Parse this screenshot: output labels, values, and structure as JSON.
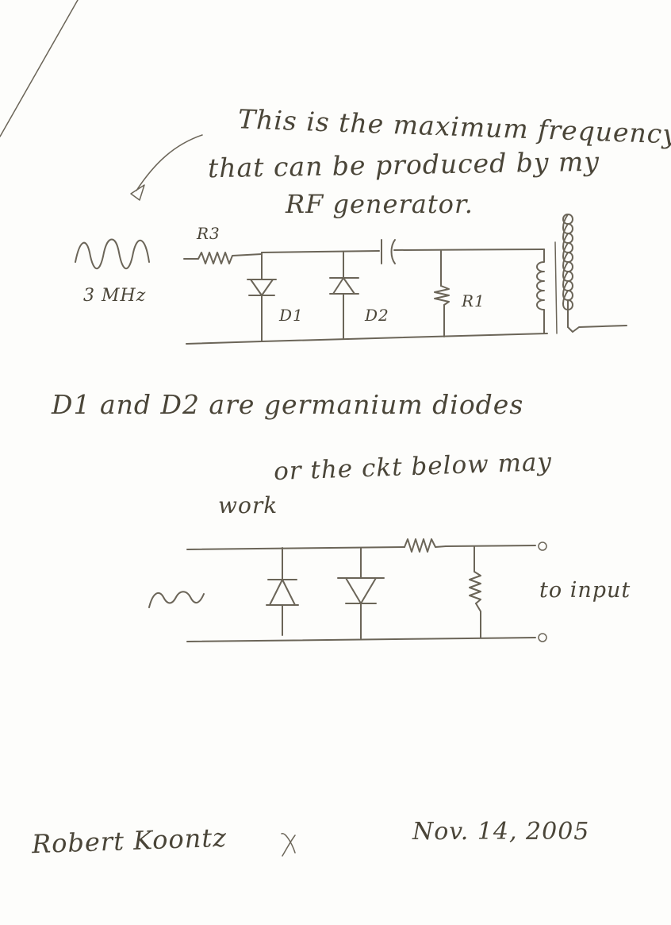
{
  "note": {
    "line1": "This is the maximum frequency",
    "line2": "that can be produced by my",
    "line3": "RF generator."
  },
  "circuit1": {
    "source_label": "3 MHz",
    "r3_label": "R3",
    "d1_label": "D1",
    "d2_label": "D2",
    "r1_label": "R1"
  },
  "statement": "D1 and D2 are germanium diodes",
  "alternative": {
    "line1": "or the ckt below may",
    "line2": "work"
  },
  "circuit2": {
    "output_label": "to input"
  },
  "footer": {
    "name": "Robert Koontz",
    "mark": "x2",
    "date": "Nov. 14, 2005"
  },
  "colors": {
    "ink": "#4a4538",
    "pencil": "#6b6558",
    "paper": "#fdfdfb"
  }
}
